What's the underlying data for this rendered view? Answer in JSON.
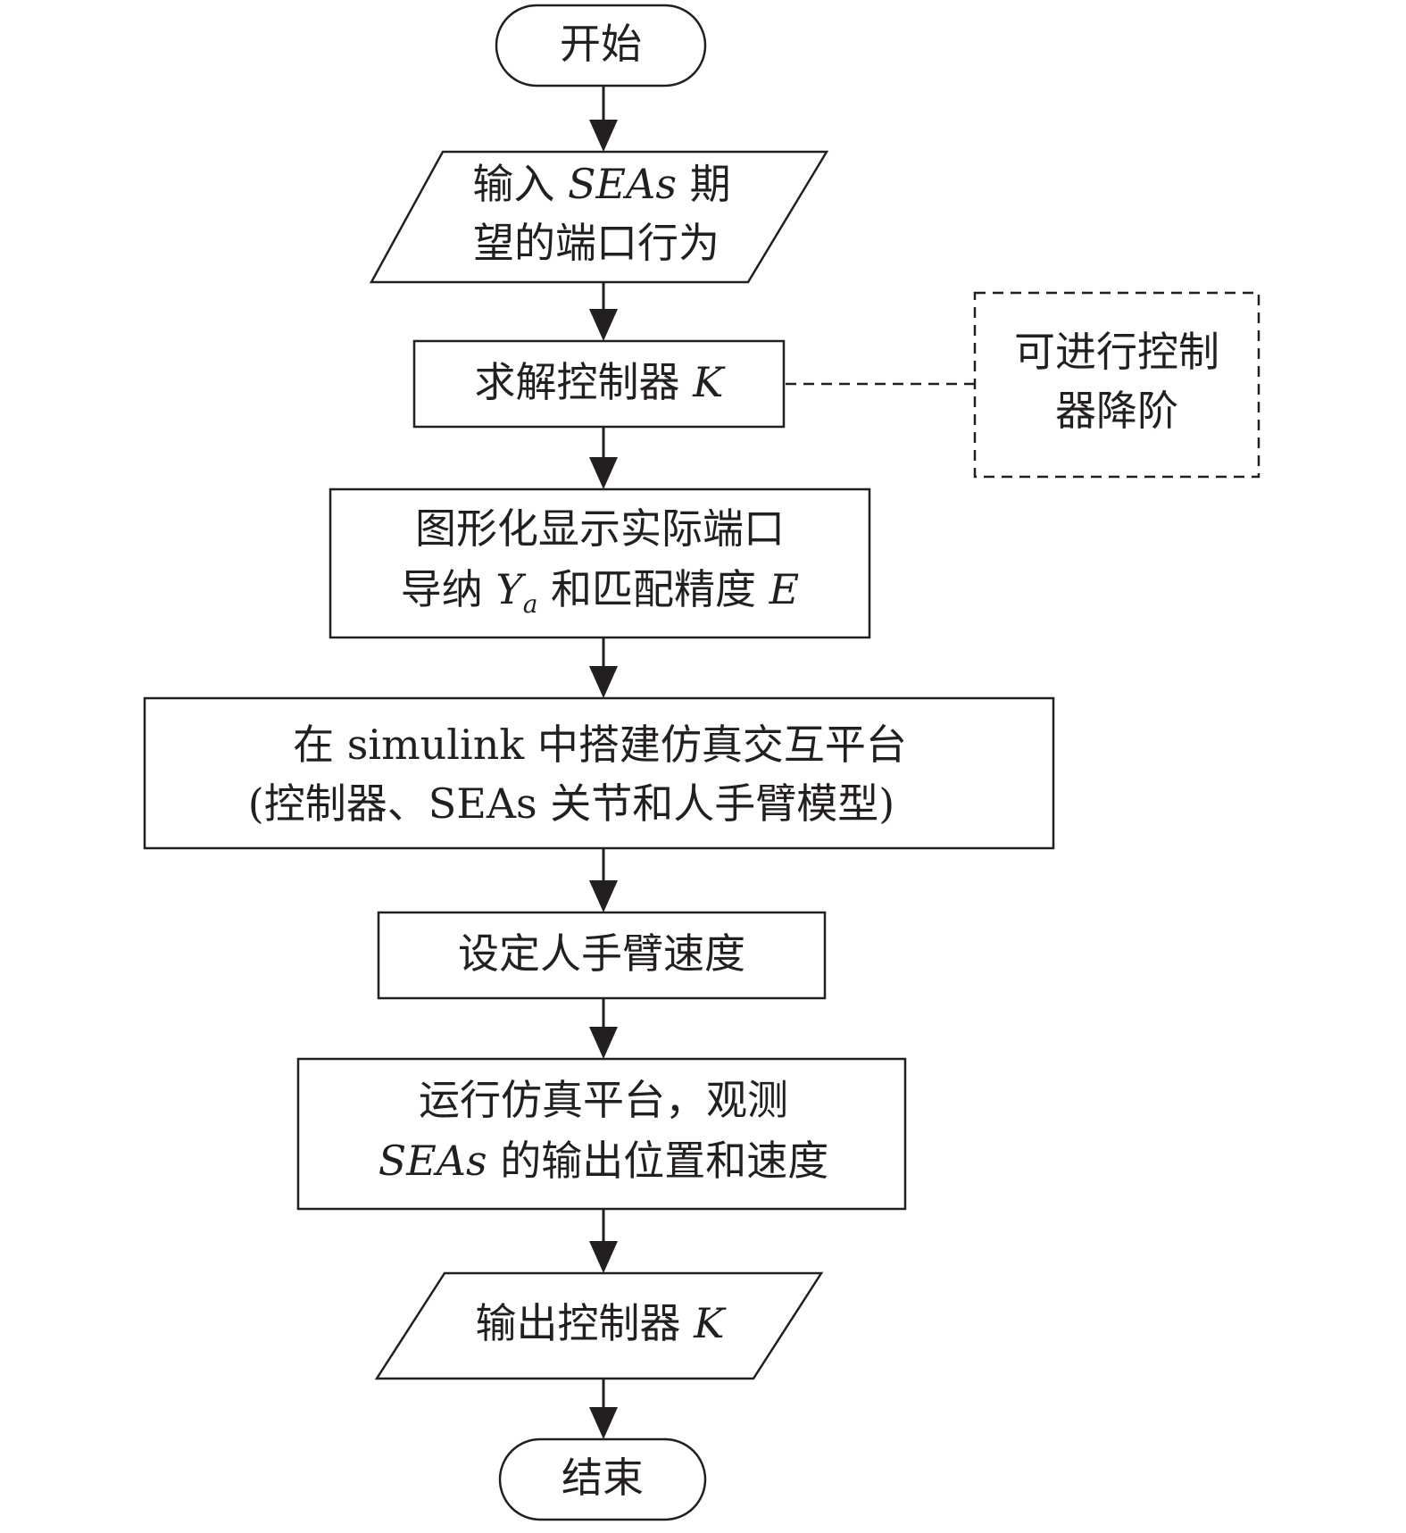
{
  "nodes": {
    "start": {
      "text": "开始"
    },
    "input": {
      "line1": {
        "pre": "输入 ",
        "var": "SEAs",
        "post": " 期"
      },
      "line2": "望的端口行为"
    },
    "solve": {
      "pre": "求解控制器 ",
      "var": "K"
    },
    "reduce": {
      "line1": "可进行控制",
      "line2": "器降阶"
    },
    "display": {
      "line1": "图形化显示实际端口",
      "line2": {
        "pre": "导纳 ",
        "var": "Y",
        "sub": "a",
        "mid": " 和匹配精度 ",
        "var2": "E"
      }
    },
    "build": {
      "line1": "在 simulink 中搭建仿真交互平台",
      "line2": "(控制器、SEAs 关节和人手臂模型)"
    },
    "speed": {
      "text": "设定人手臂速度"
    },
    "run": {
      "line1": "运行仿真平台，观测",
      "line2": {
        "var": "SEAs",
        "post": " 的输出位置和速度"
      }
    },
    "output": {
      "pre": "输出控制器 ",
      "var": "K"
    },
    "end": {
      "text": "结束"
    }
  }
}
